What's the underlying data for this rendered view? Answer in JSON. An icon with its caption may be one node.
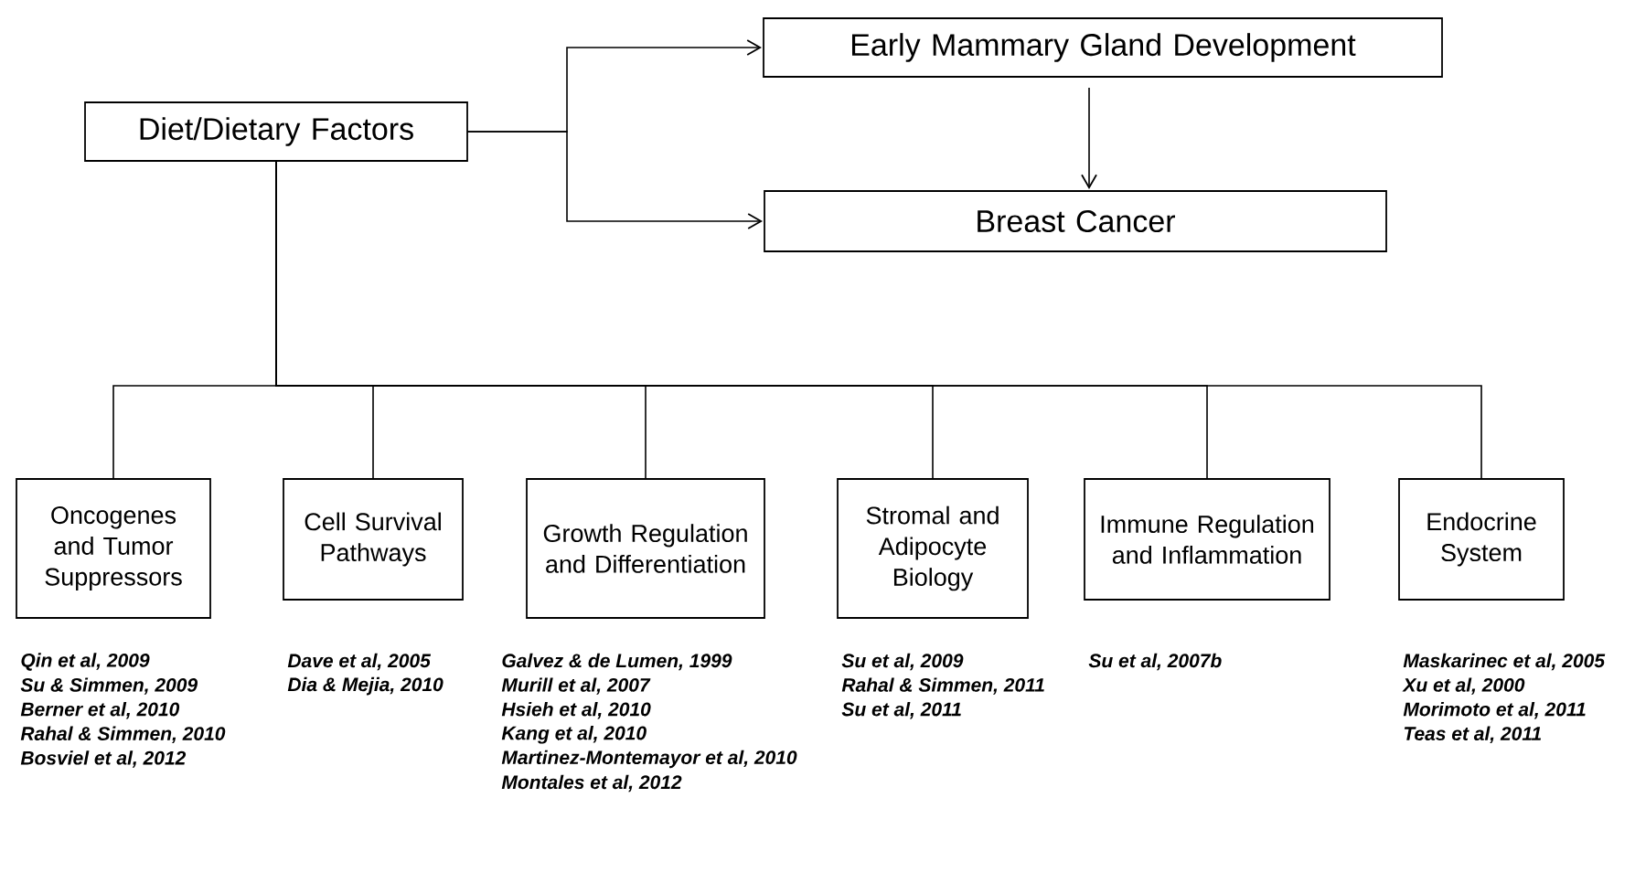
{
  "diagram": {
    "nodes": [
      {
        "text": [
          "Diet/Dietary Factors"
        ]
      },
      {
        "text": [
          "Early Mammary Gland Development"
        ]
      },
      {
        "text": [
          "Breast Cancer"
        ]
      },
      {
        "text": [
          "Oncogenes and Tumor Suppressors"
        ],
        "beside": [
          "Qin et al, 2009",
          "Su & Simmen, 2009",
          "Berner et al, 2010",
          "Rahal & Simmen, 2010",
          "Bosviel et al, 2012"
        ]
      },
      {
        "text": [
          "Cell Survival Pathways"
        ],
        "beside": [
          "Dave et al, 2005",
          "Dia & Mejia, 2010"
        ]
      },
      {
        "text": [
          "Growth Regulation and Differentiation"
        ],
        "beside": [
          "Galvez & de Lumen, 1999",
          "Murill et al, 2007",
          "Hsieh et al, 2010",
          "Kang et al, 2010",
          "Martinez-Montemayor et al, 2010",
          "Montales et al, 2012"
        ]
      },
      {
        "text": [
          "Stromal and Adipocyte Biology"
        ],
        "beside": [
          "Su et al, 2009",
          "Rahal & Simmen, 2011",
          "Su et al, 2011"
        ]
      },
      {
        "text": [
          "Immune Regulation and Inflammation"
        ],
        "beside": [
          "Su et al, 2007b"
        ]
      },
      {
        "text": [
          "Endocrine System"
        ],
        "beside": [
          "Maskarinec et al, 2005",
          "Xu et al, 2000",
          "Morimoto et al, 2011",
          "Teas et al, 2011"
        ]
      }
    ],
    "edges": [
      {
        "from": 0,
        "to": 1,
        "arrow": "to"
      },
      {
        "from": 0,
        "to": 2,
        "arrow": "to"
      },
      {
        "from": 1,
        "to": 2,
        "arrow": "to"
      },
      {
        "from": 0,
        "to": 3,
        "arrow": "none"
      },
      {
        "from": 0,
        "to": 4,
        "arrow": "none"
      },
      {
        "from": 0,
        "to": 5,
        "arrow": "none"
      },
      {
        "from": 0,
        "to": 6,
        "arrow": "none"
      },
      {
        "from": 0,
        "to": 7,
        "arrow": "none"
      },
      {
        "from": 0,
        "to": 8,
        "arrow": "none"
      }
    ]
  }
}
